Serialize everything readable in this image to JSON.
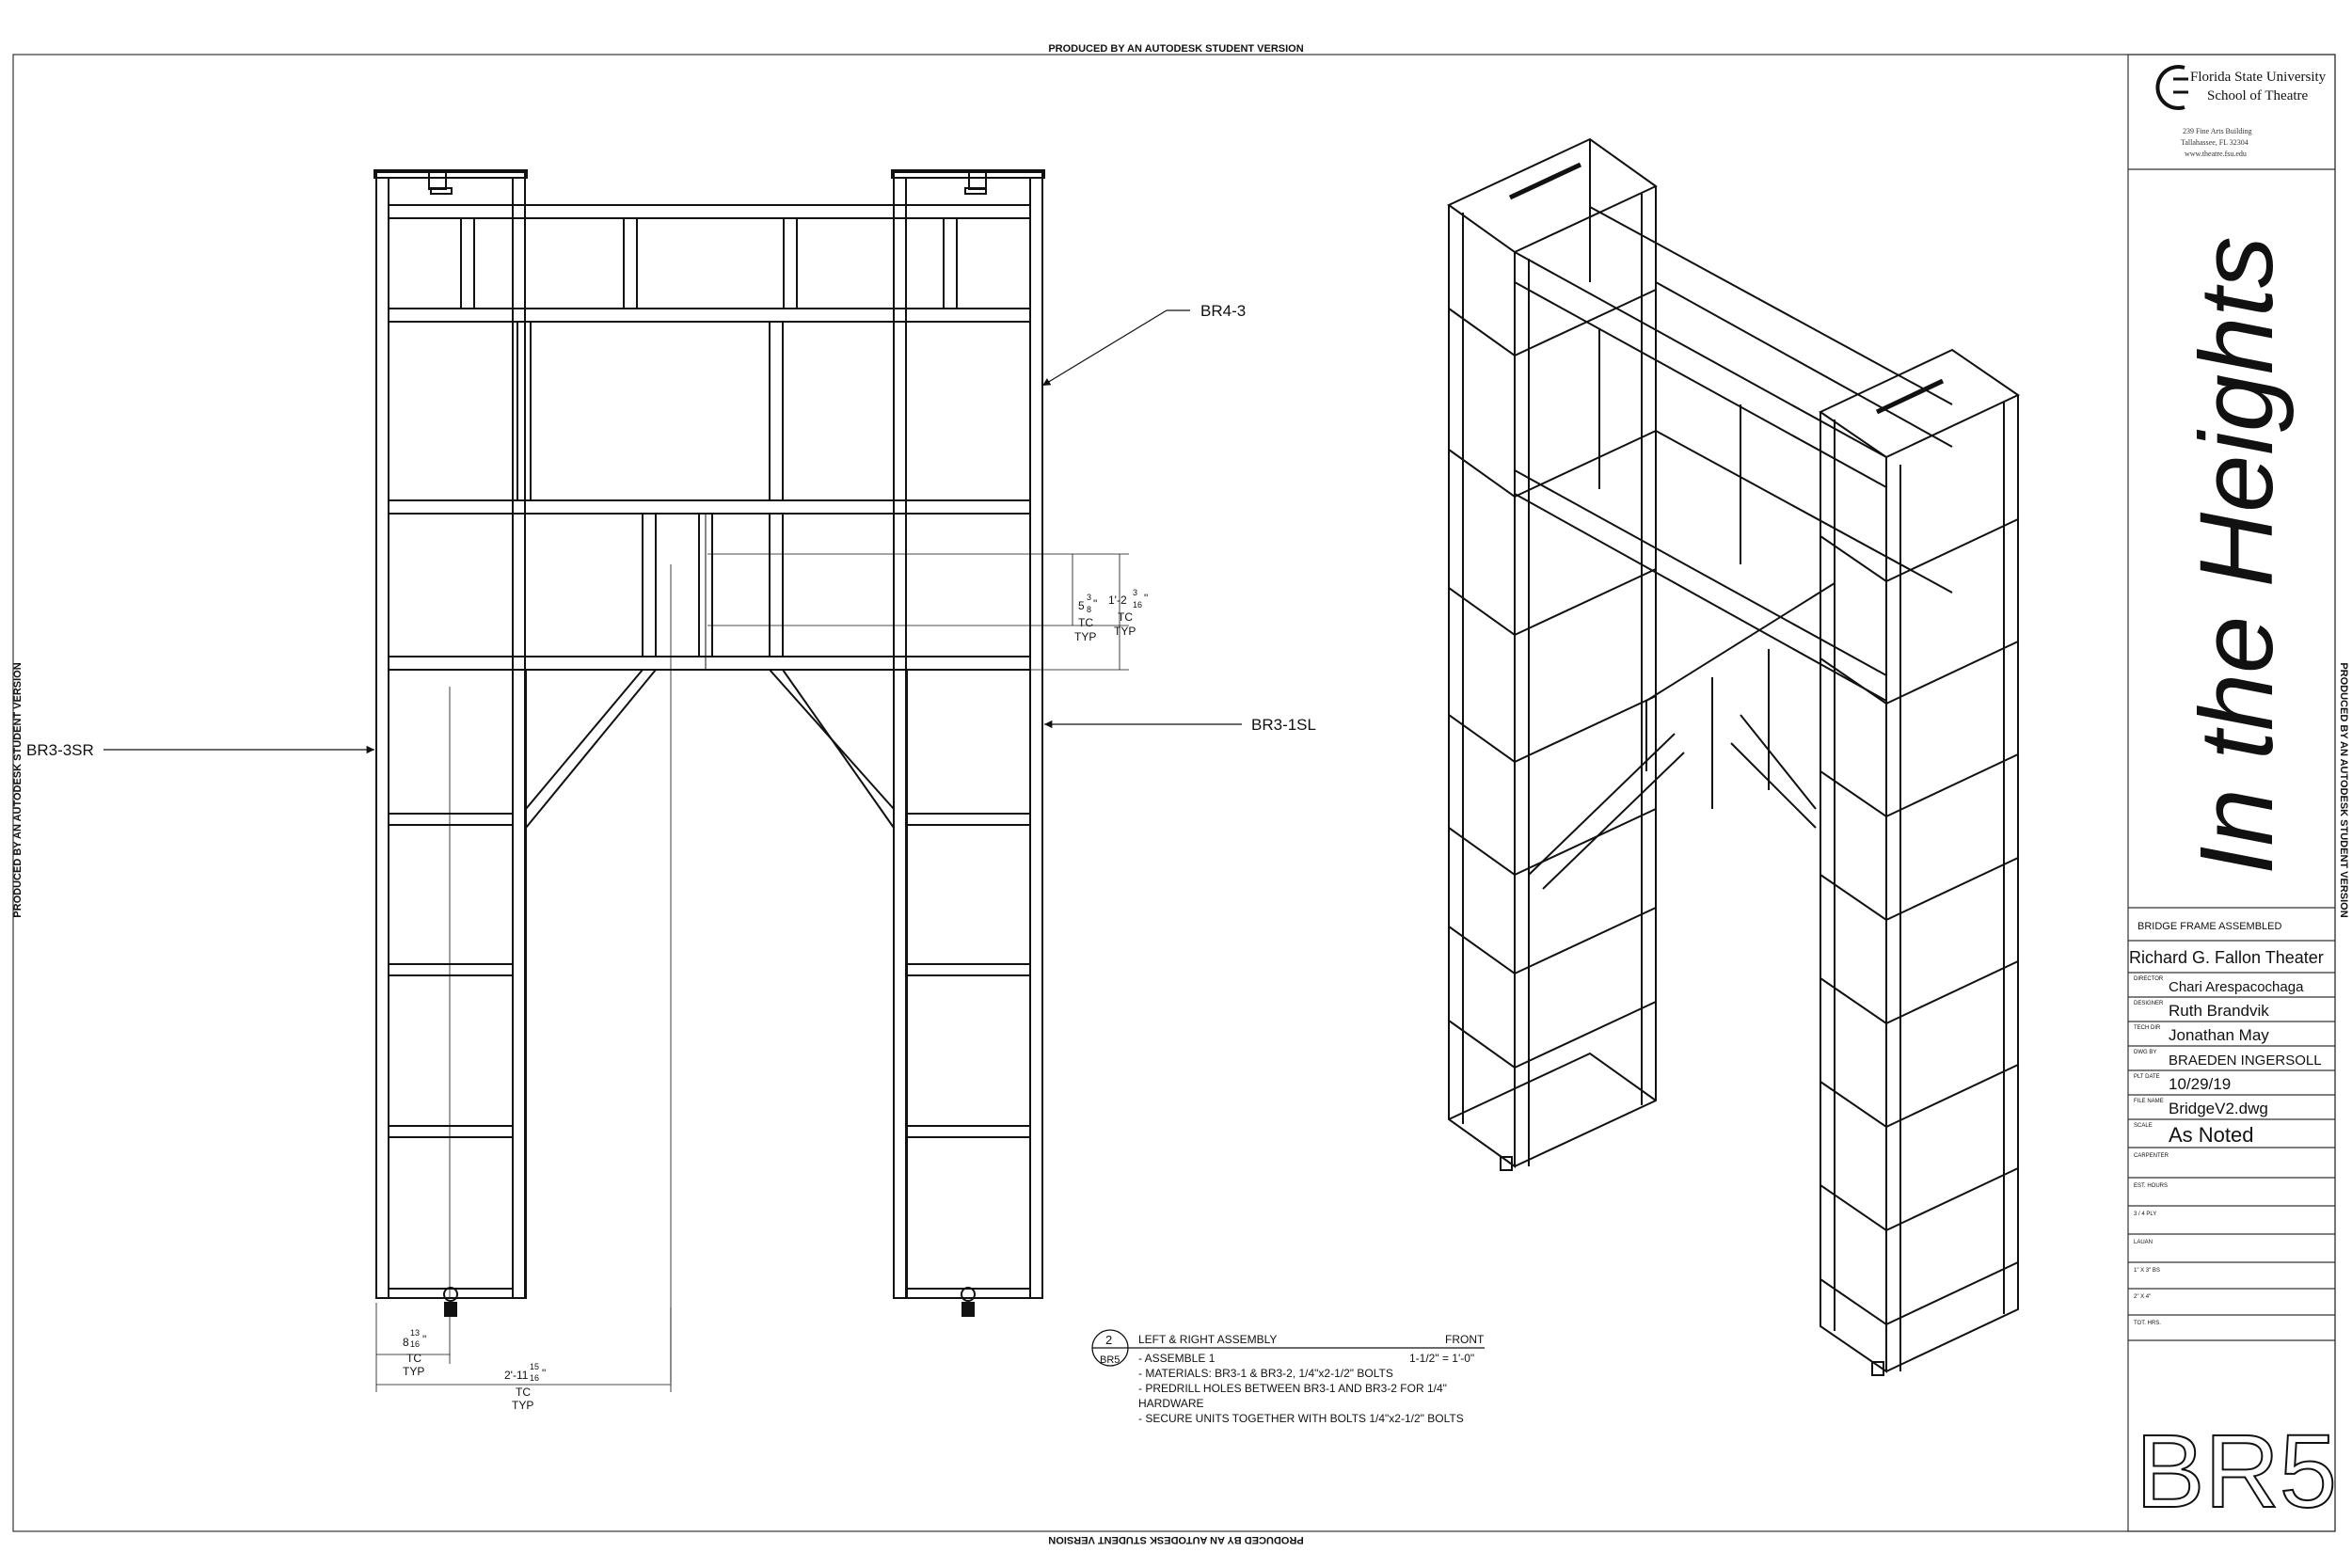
{
  "watermark": "PRODUCED BY AN AUTODESK STUDENT VERSION",
  "front_view": {
    "labels": {
      "br4_3": "BR4-3",
      "br3_3sr": "BR3-3SR",
      "br3_1sl": "BR3-1SL"
    },
    "dims": {
      "inner_a": "5",
      "inner_a_frac_n": "3",
      "inner_a_frac_d": "8",
      "inner_a_unit": "\"",
      "inner_b": "1'-2",
      "inner_b_frac_n": "3",
      "inner_b_frac_d": "16",
      "inner_b_unit": "\"",
      "tc": "TC",
      "typ": "TYP",
      "bottom_a": "8",
      "bottom_a_frac_n": "13",
      "bottom_a_frac_d": "16",
      "bottom_a_unit": "\"",
      "bottom_b": "2'-11",
      "bottom_b_frac_n": "15",
      "bottom_b_frac_d": "16",
      "bottom_b_unit": "\""
    }
  },
  "view_callout": {
    "number": "2",
    "sheet": "BR5",
    "title": "LEFT & RIGHT ASSEMBLY",
    "view_type": "FRONT",
    "scale": "1-1/2\" = 1'-0\"",
    "notes": [
      "- ASSEMBLE 1",
      "- MATERIALS: BR3-1 & BR3-2,  1/4\"x2-1/2\" BOLTS",
      "- PREDRILL HOLES BETWEEN BR3-1 AND BR3-2 FOR 1/4\"",
      "HARDWARE",
      "- SECURE UNITS TOGETHER WITH BOLTS 1/4\"x2-1/2\" BOLTS"
    ]
  },
  "title_block": {
    "org_line1": "Florida State University",
    "org_line2": "School of Theatre",
    "address_1": "239 Fine Arts Building",
    "address_2": "Tallahassee, FL 32304",
    "address_3": "www.theatre.fsu.edu",
    "show_title": "In the Heights",
    "drawing_title": "BRIDGE FRAME ASSEMBLED",
    "venue": "Richard G. Fallon Theater",
    "fields": [
      {
        "label": "DIRECTOR",
        "value": "Chari Arespacochaga"
      },
      {
        "label": "DESIGNER",
        "value": "Ruth Brandvik"
      },
      {
        "label": "TECH DIR",
        "value": "Jonathan May"
      },
      {
        "label": "DWG BY",
        "value": "BRAEDEN INGERSOLL"
      },
      {
        "label": "PLT DATE",
        "value": "10/29/19"
      },
      {
        "label": "FILE NAME",
        "value": "BridgeV2.dwg"
      },
      {
        "label": "SCALE",
        "value": "As Noted"
      }
    ],
    "extra_fields": [
      "CARPENTER",
      "EST. HOURS",
      "3 / 4 PLY",
      "LAUAN",
      "1\" X 3\" BS",
      "2\" X 4\"",
      "TOT. HRS."
    ],
    "sheet_number": "BR5"
  }
}
